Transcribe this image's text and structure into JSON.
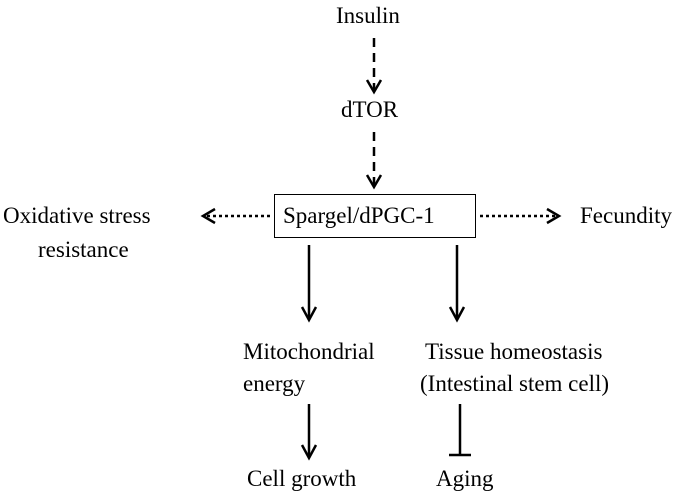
{
  "nodes": {
    "insulin": "Insulin",
    "dtor": "dTOR",
    "spargel": "Spargel/dPGC-1",
    "oxidative_line1": "Oxidative stress",
    "oxidative_line2": "resistance",
    "fecundity": "Fecundity",
    "mito_line1": "Mitochondrial",
    "mito_line2": "energy",
    "tissue_line1": "Tissue homeostasis",
    "tissue_line2": "(Intestinal stem cell)",
    "cell_growth": "Cell growth",
    "aging": "Aging"
  },
  "edges": [
    {
      "from": "insulin",
      "to": "dtor",
      "style": "dashed",
      "type": "activation"
    },
    {
      "from": "dtor",
      "to": "spargel",
      "style": "dashed",
      "type": "activation"
    },
    {
      "from": "spargel",
      "to": "oxidative",
      "style": "dotted",
      "type": "activation"
    },
    {
      "from": "spargel",
      "to": "fecundity",
      "style": "dotted",
      "type": "activation"
    },
    {
      "from": "spargel",
      "to": "mito",
      "style": "solid",
      "type": "activation"
    },
    {
      "from": "spargel",
      "to": "tissue",
      "style": "solid",
      "type": "activation"
    },
    {
      "from": "mito",
      "to": "cell_growth",
      "style": "solid",
      "type": "activation"
    },
    {
      "from": "tissue",
      "to": "aging",
      "style": "solid",
      "type": "inhibition"
    }
  ],
  "colors": {
    "ink": "#000000",
    "background": "#ffffff"
  }
}
